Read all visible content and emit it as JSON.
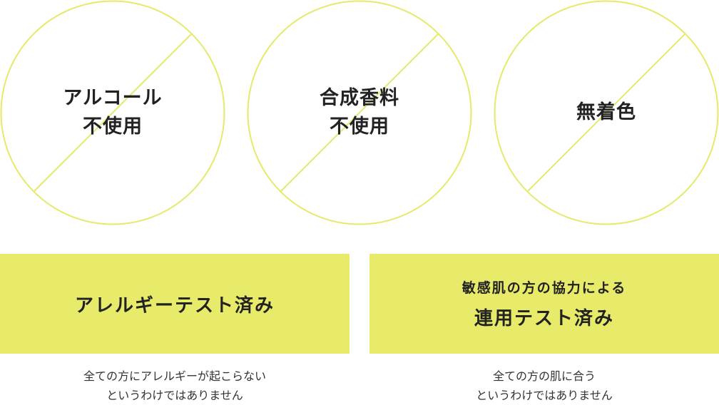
{
  "colors": {
    "accent": "#e8ea6a",
    "circle_stroke": "#e6e96a",
    "text": "#222222"
  },
  "circles": [
    {
      "lines": [
        "アルコール",
        "不使用"
      ],
      "icon": "prohibited-icon"
    },
    {
      "lines": [
        "合成香料",
        "不使用"
      ],
      "icon": "prohibited-icon"
    },
    {
      "lines": [
        "無着色"
      ],
      "icon": "prohibited-icon"
    }
  ],
  "boxes": [
    {
      "subtitle": "",
      "title": "アレルギーテスト済み",
      "note": [
        "全ての方にアレルギーが起こらない",
        "というわけではありません"
      ]
    },
    {
      "subtitle": "敏感肌の方の協力による",
      "title": "連用テスト済み",
      "note": [
        "全ての方の肌に合う",
        "というわけではありません"
      ]
    }
  ]
}
